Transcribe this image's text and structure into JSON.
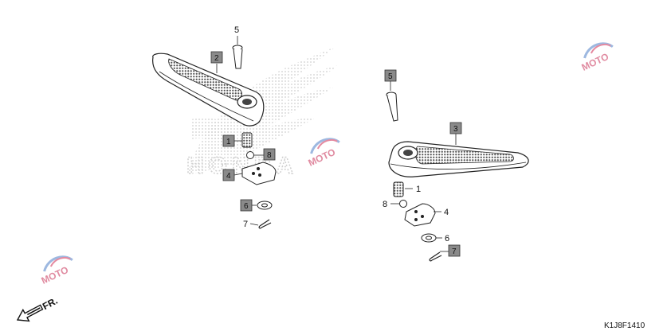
{
  "diagram": {
    "drawing_code": "K1J8F1410",
    "direction_label": "FR.",
    "brand_watermark": "HONDA",
    "site_watermark": "MOTO",
    "callouts": {
      "left_bolt": "5",
      "left_peg": "2",
      "left_spring": "1",
      "left_ball": "8",
      "left_plate": "4",
      "left_washer": "6",
      "left_pin": "7",
      "right_bolt": "5",
      "right_peg": "3",
      "right_spring": "1",
      "right_ball": "8",
      "right_plate": "4",
      "right_washer": "6",
      "right_pin": "7"
    },
    "colors": {
      "callout_box": "#8a8a8a",
      "line": "#222222",
      "watermark": "#d4d4d4"
    }
  }
}
